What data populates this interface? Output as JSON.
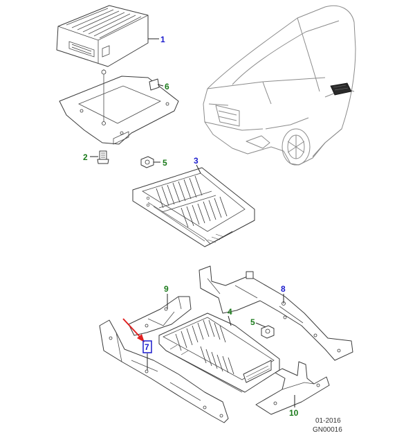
{
  "callouts": [
    {
      "num": "1",
      "color": "#1a1acc"
    },
    {
      "num": "2",
      "color": "#1a7a1a"
    },
    {
      "num": "3",
      "color": "#1a1acc"
    },
    {
      "num": "4",
      "color": "#1a7a1a"
    },
    {
      "num": "5",
      "color": "#1a7a1a"
    },
    {
      "num": "5",
      "color": "#1a7a1a"
    },
    {
      "num": "6",
      "color": "#1a7a1a"
    },
    {
      "num": "7",
      "color": "#1a1acc"
    },
    {
      "num": "8",
      "color": "#1a1acc"
    },
    {
      "num": "9",
      "color": "#1a7a1a"
    },
    {
      "num": "10",
      "color": "#1a7a1a"
    }
  ],
  "highlight": {
    "arrow_color": "#e02020",
    "box_color": "#1a1acc"
  },
  "footer": {
    "date": "01-2016",
    "code": "GN00016"
  }
}
